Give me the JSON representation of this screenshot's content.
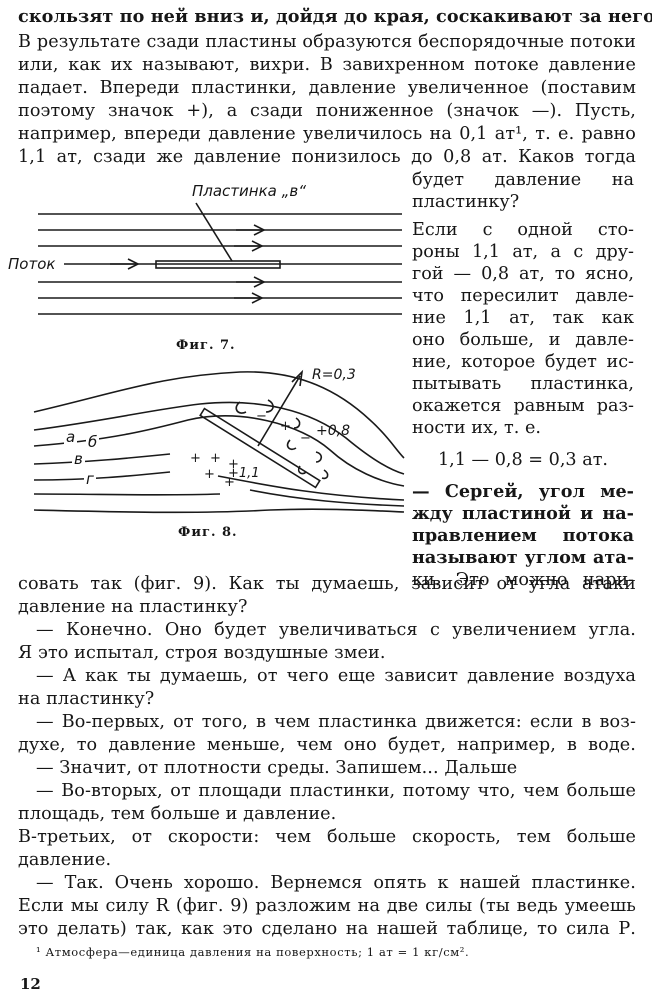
{
  "top_lines": [
    "скользят по ней вниз и, дойдя до края, соскакивают за него.",
    "В результате сзади пластины образуются беспорядочные потоки",
    "или, как их называют, вихри. В завихренном потоке давление",
    "падает. Впереди пластинки, давление увеличенное (поставим",
    "поэтому значок +), а сзади пониженное (значок —). Пусть,",
    "например, впереди давление увеличилось на 0,1 ат¹, т. е. равно",
    "1,1 ат, сзади же давление понизилось до 0,8 ат. Каков тогда"
  ],
  "right_column": [
    "будет давление на",
    "пластинку?",
    "Если с одной сто-",
    "роны 1,1 ат, а с дру-",
    "гой — 0,8 ат, то ясно,",
    "что пересилит давле-",
    "ние 1,1 ат, так как",
    "оно больше, и давле-",
    "ние, которое будет ис-",
    "пытывать пластинка,",
    "окажется равным раз-",
    "ности их, т. е.",
    "1,1 — 0,8 = 0,3 ат.",
    "— Сергей, угол ме-",
    "жду пластиной и на-",
    "правлением потока",
    "называют углом ата-",
    "ки. Это можно нари-"
  ],
  "figure7": {
    "label_plate": "Пластинка „в“",
    "label_flow": "Поток",
    "caption": "Фиг. 7."
  },
  "figure8": {
    "label_r": "R=0,3",
    "label_plus": "+0,8",
    "label_a": "а",
    "label_b": "б",
    "label_v": "в",
    "label_g": "г",
    "label_11": "+1,1",
    "caption": "Фиг. 8."
  },
  "bottom_lines": [
    "совать так (фиг. 9). Как ты думаешь, зависит от угла атаки",
    "давление на пластинку?",
    "— Конечно. Оно будет увеличиваться с увеличением угла.",
    "Я это испытал, строя воздушные змеи.",
    "— А как ты думаешь, от чего еще зависит давление воздуха",
    "на пластинку?",
    "— Во-первых, от того, в чем пластинка движется: если в воз-",
    "духе, то давление меньше, чем оно будет, например, в воде.",
    "— Значит, от плотности среды. Запишем... Дальше",
    "— Во-вторых, от площади пластинки, потому что, чем больше",
    "площадь, тем больше и давление.",
    "В-третьих, от скорости: чем больше скорость, тем больше",
    "давление.",
    "— Так. Очень хорошо. Вернемся опять к нашей пластинке.",
    "Если мы силу R (фиг. 9) разложим на две силы (ты ведь умеешь",
    "это делать) так, как это сделано на нашей таблице, то сила Р."
  ],
  "footnote": "¹ Атмосфера—единица давления на поверхность; 1 ат = 1 кг/см².",
  "page_number": "12"
}
